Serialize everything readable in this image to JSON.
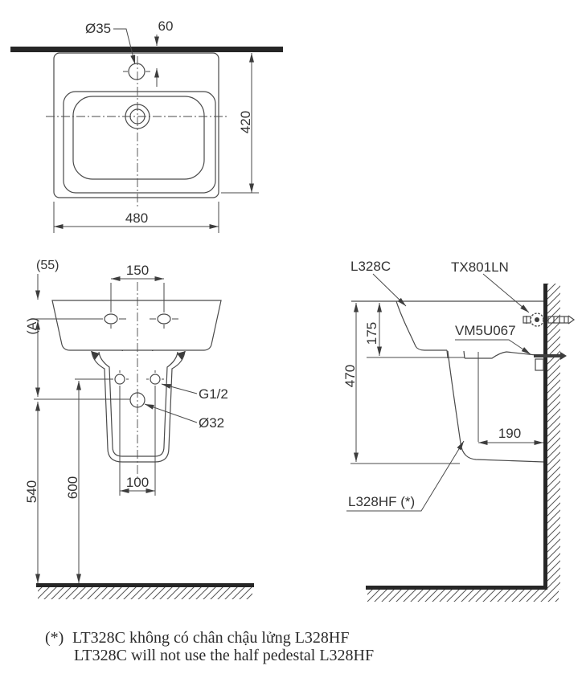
{
  "colors": {
    "line": "#4a4a4a",
    "heavy_section": "#262626",
    "text": "#333333",
    "background": "#ffffff"
  },
  "top_view": {
    "dim_faucet_hole": "Ø35",
    "dim_hole_offset": "60",
    "dim_depth": "420",
    "dim_width": "480"
  },
  "front_view": {
    "dim_ledge": "(55)",
    "dim_hole_spacing": "150",
    "dim_height_a": "(A)",
    "label_supply": "G1/2",
    "label_drain": "Ø32",
    "dim_supply_spacing": "100",
    "dim_drain_height": "540",
    "dim_supply_height": "600"
  },
  "side_view": {
    "label_basin": "L328C",
    "label_hanger_bolt": "TX801LN",
    "label_drain_fitting": "VM5U067",
    "label_half_pedestal": "L328HF (*)",
    "dim_rim_height": "175",
    "dim_overall_height": "470",
    "dim_drain_offset": "190"
  },
  "footnote": {
    "marker": "(*)",
    "line_vi": "LT328C không có chân chậu lửng L328HF",
    "line_en": "LT328C will not use the half pedestal L328HF"
  }
}
